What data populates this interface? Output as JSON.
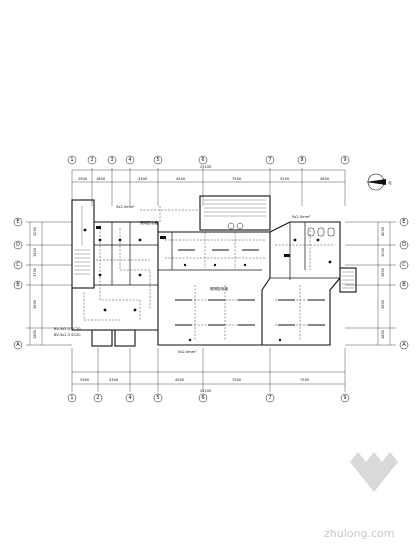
{
  "drawing": {
    "axes_top": [
      "1",
      "2",
      "3",
      "4",
      "5",
      "6",
      "7",
      "8",
      "9"
    ],
    "axes_left": [
      "E",
      "D",
      "C",
      "B",
      "A"
    ],
    "axes_right": [
      "E",
      "D",
      "C",
      "B",
      "A"
    ],
    "dims_top": [
      "2900",
      "1800",
      "3300",
      "4500",
      "7500",
      "3200",
      "3800"
    ],
    "total_top": "25100",
    "dims_bottom": [
      "2900",
      "3300",
      "4500",
      "7500",
      "7500"
    ],
    "total_bottom": "25100",
    "dims_left": [
      "3000",
      "1500",
      "1700",
      "3600",
      "1800"
    ],
    "dims_right": [
      "4000",
      "3000",
      "1500",
      "3600",
      "1800"
    ],
    "north_label": "北",
    "annotations": [
      "5x2.5mm²",
      "BV-3x2.5 SC20",
      "照明配电箱",
      "5x2.5mm²",
      "5x2.5mm²",
      "照明配电箱",
      "BV-3x2.5 SC20"
    ]
  },
  "watermark": {
    "text": "zhulong.com"
  }
}
